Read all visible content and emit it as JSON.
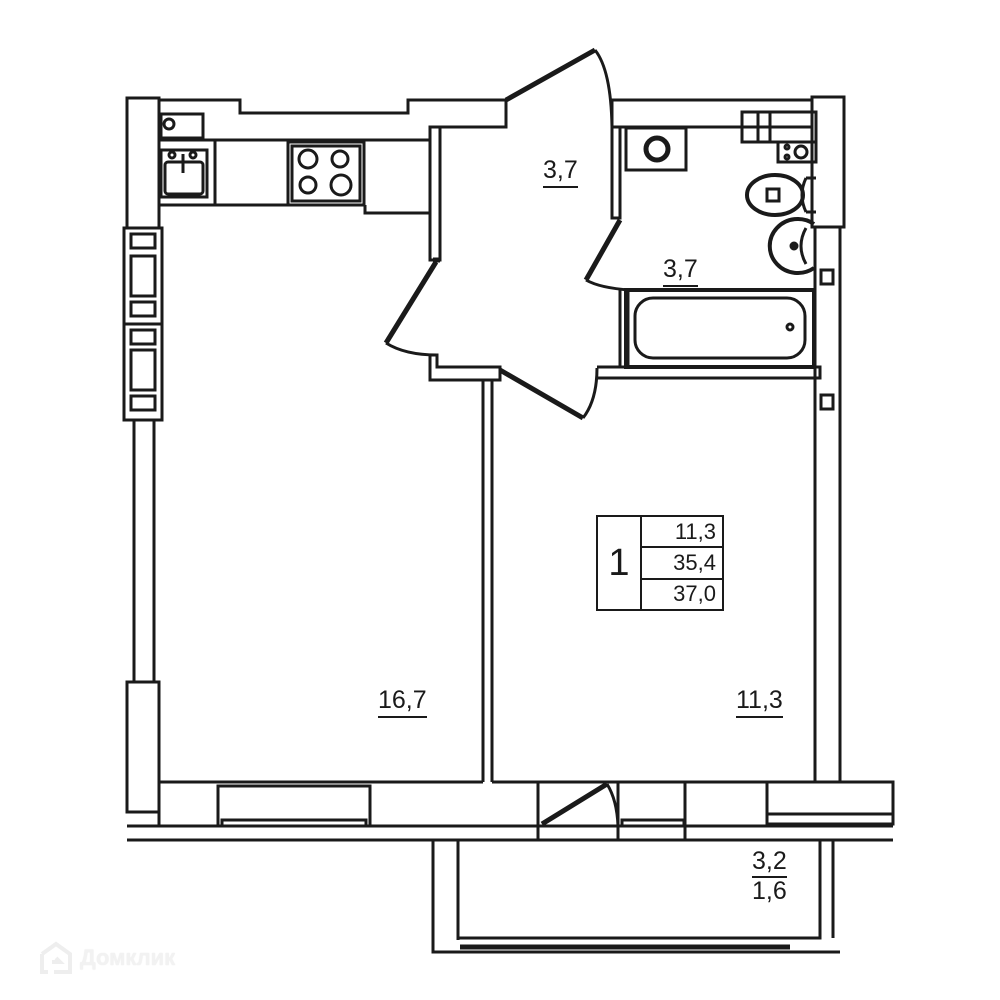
{
  "plan": {
    "rooms_count": "1",
    "living_area": "11,3",
    "total_living": "35,4",
    "total_area": "37,0"
  },
  "rooms": {
    "kitchen_area": "16,7",
    "hall_area": "3,7",
    "bathroom_area": "3,7",
    "bedroom_area": "11,3"
  },
  "balcony": {
    "area": "3,2",
    "reduced_area": "1,6"
  },
  "watermark": {
    "text": "Домклик",
    "icon": "house-logo-icon"
  },
  "colors": {
    "wall": "#1a1a1a",
    "background": "#ffffff",
    "watermark": "#f2f2f2"
  }
}
